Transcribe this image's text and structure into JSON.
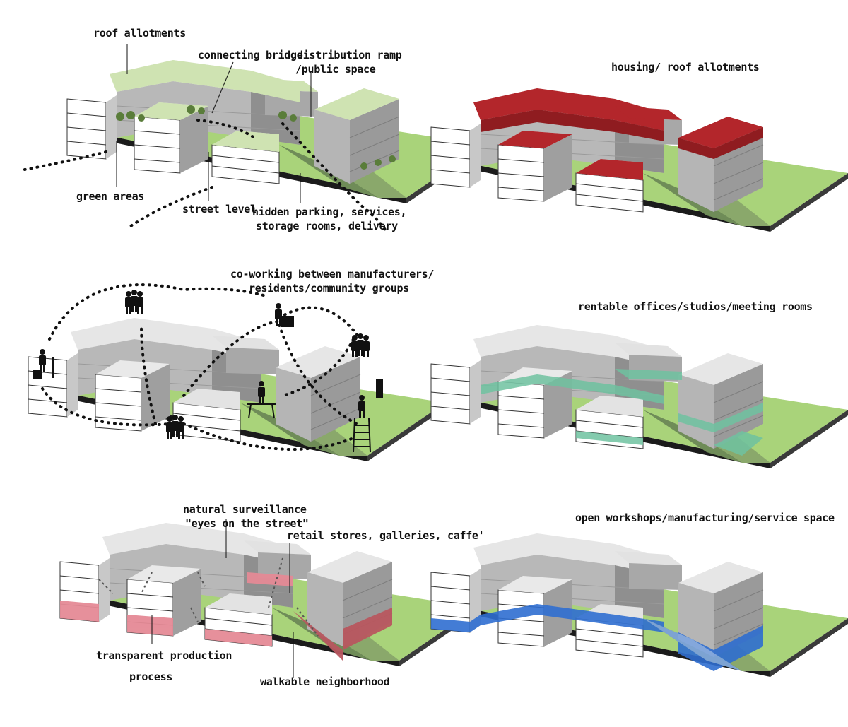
{
  "labels": {
    "roof_allotments": "roof allotments",
    "connecting_bridge": "connecting bridge",
    "distribution_ramp_1": "distribution ramp",
    "distribution_ramp_2": "/public space",
    "green_areas": "green areas",
    "street_level": "street level",
    "hidden_parking_1": "hidden parking, services,",
    "hidden_parking_2": "storage rooms, delivery",
    "housing": "housing/ roof allotments",
    "coworking_1": "co-working between manufacturers/",
    "coworking_2": "residents/community groups",
    "rentable": "rentable offices/studios/meeting rooms",
    "natural_surv_1": "natural surveillance",
    "natural_surv_2": "\"eyes on the street\"",
    "retail": "retail stores, galleries, caffe'",
    "transparent_1": "transparent production",
    "transparent_2": "process",
    "walkable": "walkable neighborhood",
    "open_workshops": "open workshops/manufacturing/service space"
  },
  "colors": {
    "site_green": "#a9d37a",
    "roof_green": "#cfe3b2",
    "housing_red": "#b3262b",
    "office_teal": "#6fc2a0",
    "workshop_blue": "#2f6ed0",
    "retail_pink": "#e58a96"
  }
}
